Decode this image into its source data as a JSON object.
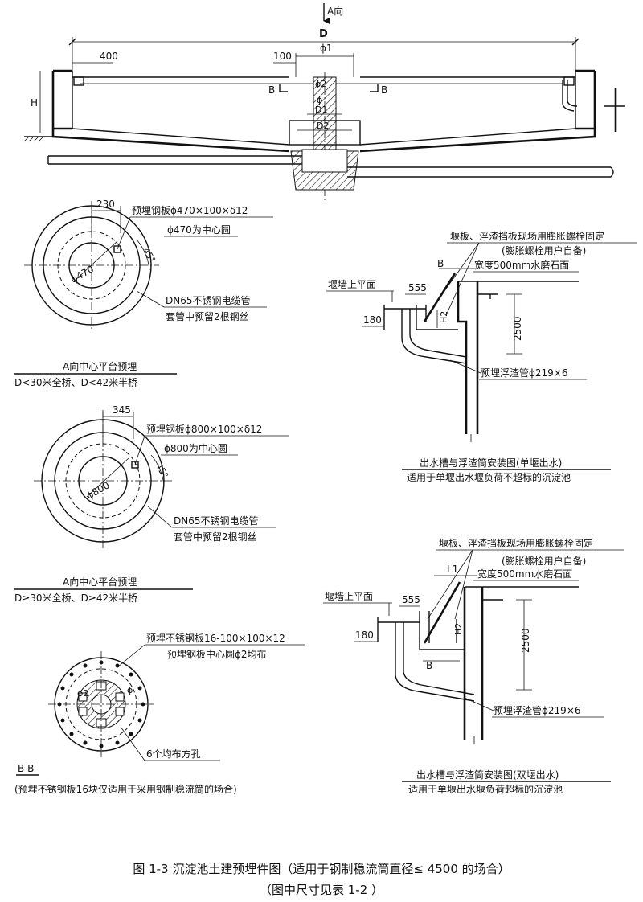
{
  "main_view": {
    "dir_label": "A向",
    "D": "D",
    "dim_400": "400",
    "dim_100": "100",
    "phi1": "ϕ1",
    "phi2": "ϕ2",
    "phi": "ϕ",
    "D1": "D1",
    "D2": "D2",
    "H": "H",
    "sec_B_left": "B",
    "sec_B_right": "B"
  },
  "plan_small": {
    "dim": "230",
    "plate": "预埋钢板ϕ470×100×δ12",
    "circle_note": "ϕ470为中心圆",
    "dia": "ϕ470",
    "angle": "45°",
    "conduit": "DN65不锈钢电缆管",
    "wire_note": "套管中预留2根钢丝",
    "title": "A向中心平台预埋",
    "subtitle": "D<30米全桥、D<42米半桥"
  },
  "plan_large": {
    "dim": "345",
    "plate": "预埋钢板ϕ800×100×δ12",
    "circle_note": "ϕ800为中心圆",
    "dia": "ϕ800",
    "angle": "45°",
    "conduit": "DN65不锈钢电缆管",
    "wire_note": "套管中预留2根钢丝",
    "title": "A向中心平台预埋",
    "subtitle": "D≥30米全桥、D≥42米半桥"
  },
  "section_bb": {
    "plate": "预埋不锈钢板16-100×100×12",
    "circle_note": "预埋钢板中心圆ϕ2均布",
    "phi": "ϕ",
    "phi2": "ϕ2",
    "holes": "6个均布方孔",
    "title": "B-B",
    "note": "(预埋不锈钢板16块仅适用于采用钢制稳流筒的场合)"
  },
  "detail_single": {
    "note1": "堰板、浮渣挡板现场用膨胀螺栓固定",
    "note2": "(膨胀螺栓用户自备)",
    "width": "宽度500mm水磨石面",
    "B": "B",
    "weir_top": "堰墙上平面",
    "d555": "555",
    "d180": "180",
    "H2": "H2",
    "d2500": "2500",
    "pipe": "预埋浮渣管ϕ219×6",
    "title": "出水槽与浮渣筒安装图(单堰出水)",
    "subtitle": "适用于单堰出水堰负荷不超标的沉淀池"
  },
  "detail_double": {
    "note1": "堰板、浮渣挡板现场用膨胀螺栓固定",
    "note2": "(膨胀螺栓用户自备)",
    "width": "宽度500mm水磨石面",
    "L1": "L1",
    "B": "B",
    "weir_top": "堰墙上平面",
    "d555": "555",
    "d180": "180",
    "H2": "H2",
    "d2500": "2500",
    "pipe": "预埋浮渣管ϕ219×6",
    "title": "出水槽与浮渣筒安装图(双堰出水)",
    "subtitle": "适用于单堰出水堰负荷超标的沉淀池"
  },
  "caption": {
    "line1": "图 1-3 沉淀池土建预埋件图（适用于钢制稳流筒直径≤ 4500 的场合）",
    "line2": "（图中尺寸见表 1-2 ）"
  }
}
